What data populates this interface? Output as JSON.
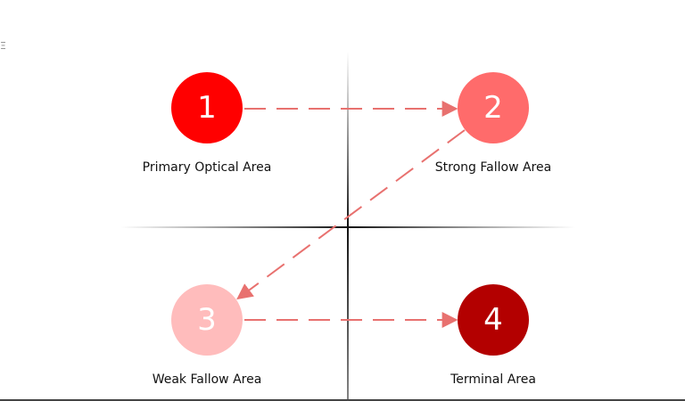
{
  "edge_glyph": "Ξ",
  "colors": {
    "axis": "#333333",
    "arrow": "#e8716f",
    "node_1": "#ff0000",
    "node_2": "#ff6b6b",
    "node_3": "#ffbcbc",
    "node_4": "#b30000"
  },
  "quadrants": [
    {
      "number": "1",
      "label": "Primary Optical Area"
    },
    {
      "number": "2",
      "label": "Strong Fallow Area"
    },
    {
      "number": "3",
      "label": "Weak Fallow Area"
    },
    {
      "number": "4",
      "label": "Terminal Area"
    }
  ]
}
